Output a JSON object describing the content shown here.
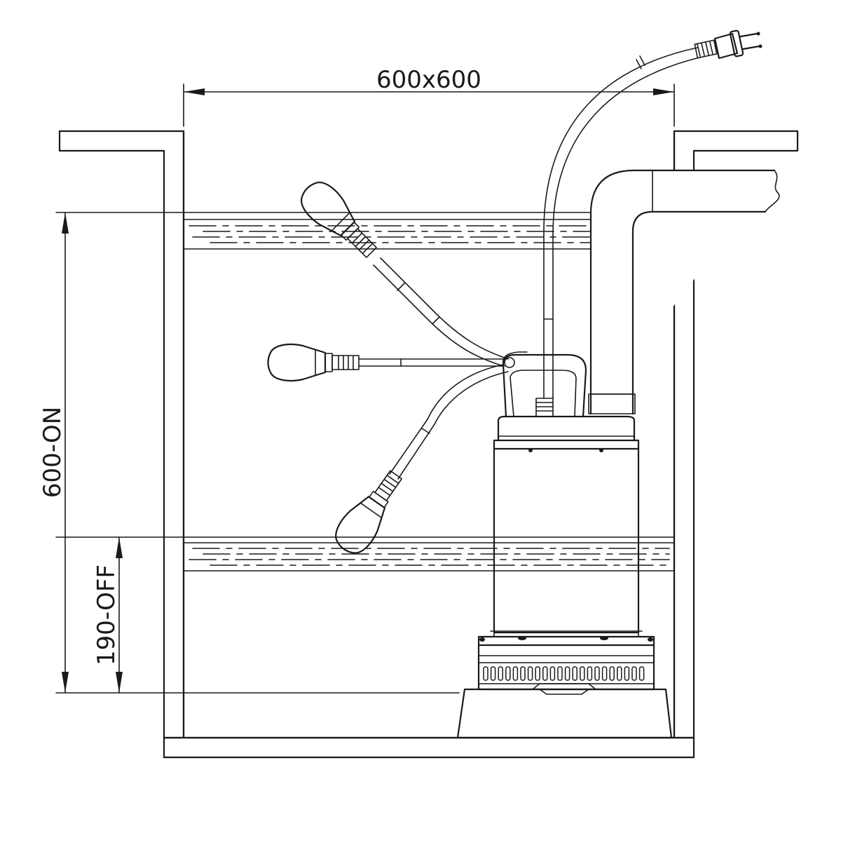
{
  "dimensions": {
    "pit_size_label": "600x600",
    "on_level_label": "600-ON",
    "off_level_label": "190-OFF"
  },
  "colors": {
    "line": "#1a1a1a",
    "background": "#ffffff"
  }
}
